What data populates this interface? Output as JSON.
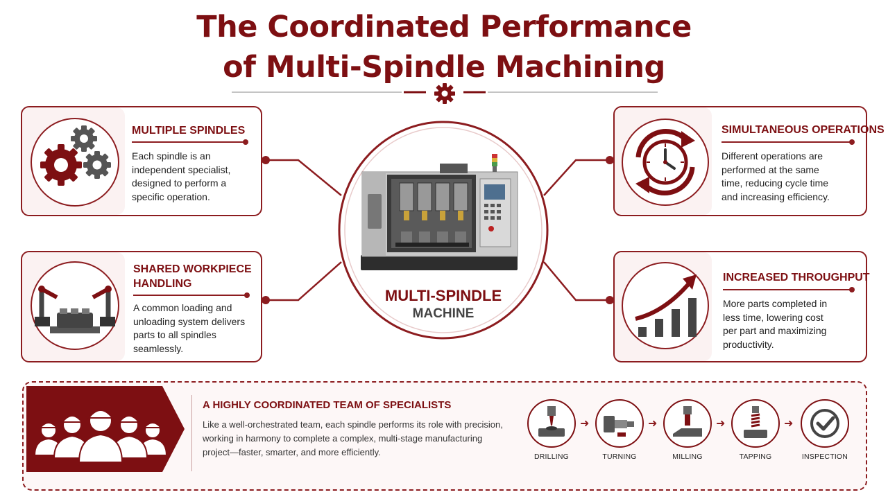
{
  "title": {
    "line1": "The Coordinated Performance",
    "line2": "of Multi-Spindle Machining"
  },
  "center": {
    "label_top": "MULTI-SPINDLE",
    "label_bottom": "MACHINE"
  },
  "cards": {
    "spindles": {
      "title": "MULTIPLE SPINDLES",
      "text": [
        "Each spindle is an",
        "independent specialist,",
        "designed to perform a",
        "specific operation."
      ]
    },
    "handling": {
      "title": [
        "SHARED WORKPIECE",
        "HANDLING"
      ],
      "text": [
        "A common loading and",
        "unloading system delivers",
        "parts to all spindles",
        "seamlessly."
      ]
    },
    "simultaneous": {
      "title": "SIMULTANEOUS OPERATIONS",
      "text": [
        "Different operations are",
        "performed at the same",
        "time, reducing cycle time",
        "and increasing efficiency."
      ]
    },
    "throughput": {
      "title": "INCREASED THROUGHPUT",
      "text": [
        "More parts completed in",
        "less time, lowering cost",
        "per part and maximizing",
        "productivity."
      ]
    }
  },
  "bottom": {
    "title": "A HIGHLY COORDINATED TEAM OF SPECIALISTS",
    "text": [
      "Like a well-orchestrated team, each spindle performs its role with precision,",
      "working in harmony to complete a complex, multi-stage manufacturing",
      "project—faster, smarter, and more efficiently."
    ],
    "steps": [
      "DRILLING",
      "TURNING",
      "MILLING",
      "TAPPING",
      "INSPECTION"
    ]
  },
  "icons": [
    "gear-icon",
    "gears-icon",
    "robot-arm-icon",
    "clock-icon",
    "growth-chart-icon",
    "worker-team-icon",
    "drill-icon",
    "lathe-icon",
    "mill-icon",
    "tap-icon",
    "check-icon"
  ],
  "colors": {
    "accent": "#7d0f12",
    "accent_line": "#8c1c1f",
    "panel_tint": "#fdf7f7"
  }
}
